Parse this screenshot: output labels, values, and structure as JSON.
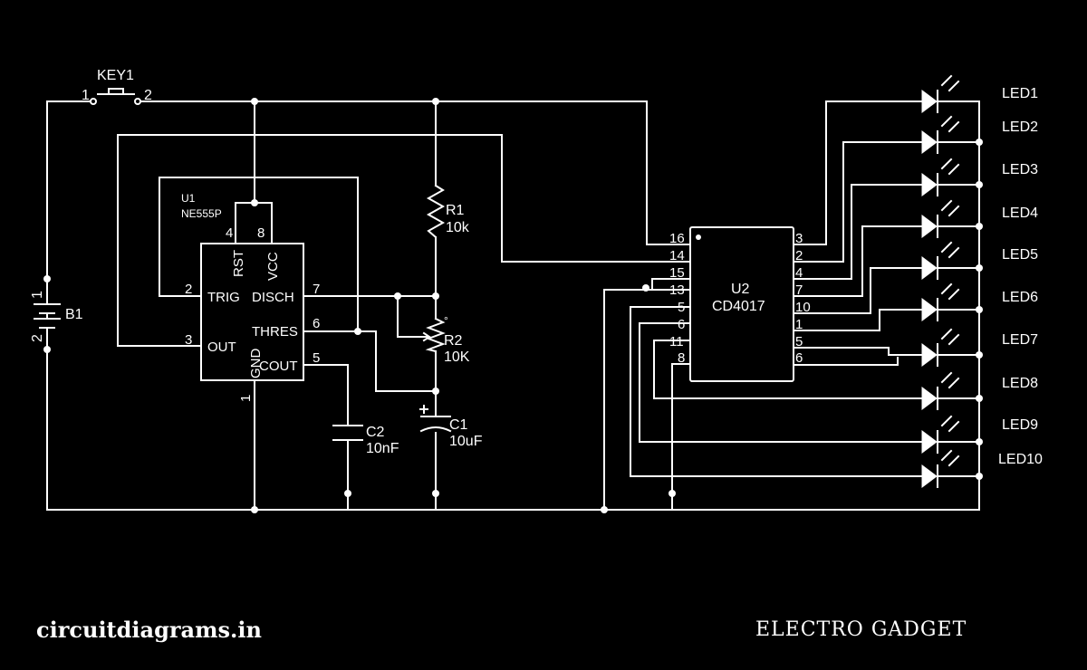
{
  "components": {
    "key1": {
      "ref": "KEY1",
      "pin1": "1",
      "pin2": "2"
    },
    "battery": {
      "ref": "B1",
      "pin1": "1",
      "pin2": "2"
    },
    "u1": {
      "ref": "U1",
      "part": "NE555P",
      "pins": [
        {
          "num": "4",
          "name": "RST"
        },
        {
          "num": "8",
          "name": "VCC"
        },
        {
          "num": "2",
          "name": "TRIG"
        },
        {
          "num": "7",
          "name": "DISCH"
        },
        {
          "num": "6",
          "name": "THRES"
        },
        {
          "num": "3",
          "name": "OUT"
        },
        {
          "num": "5",
          "name": "COUT"
        },
        {
          "num": "1",
          "name": "GND"
        }
      ]
    },
    "r1": {
      "ref": "R1",
      "value": "10k"
    },
    "r2": {
      "ref": "R2",
      "value": "10K"
    },
    "c1": {
      "ref": "C1",
      "value": "10uF"
    },
    "c2": {
      "ref": "C2",
      "value": "10nF"
    },
    "u2": {
      "ref": "U2",
      "part": "CD4017",
      "left_pins": [
        "16",
        "14",
        "15",
        "13",
        "5",
        "6",
        "11",
        "8"
      ],
      "right_pins": [
        "3",
        "2",
        "4",
        "7",
        "10",
        "1",
        "5",
        "6"
      ]
    },
    "leds": [
      "LED1",
      "LED2",
      "LED3",
      "LED4",
      "LED5",
      "LED6",
      "LED7",
      "LED8",
      "LED9",
      "LED10"
    ]
  },
  "footer": {
    "site": "circuitdiagrams.in",
    "brand": "ELECTRO GADGET"
  }
}
